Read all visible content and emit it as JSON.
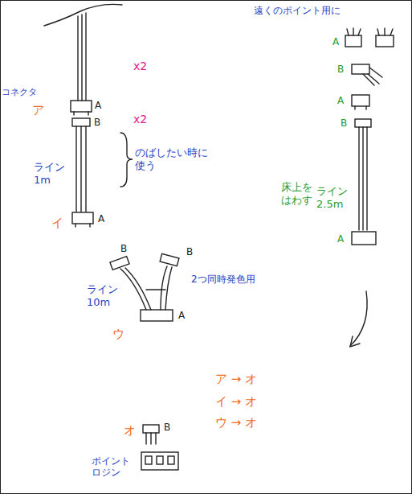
{
  "diagram": {
    "labels": [
      "遠くのポイント用に",
      "x2",
      "コネクタ",
      "ア",
      "A",
      "B",
      "x2",
      "のばしたい時に 使う",
      "ライン 1m",
      "イ",
      "A",
      "B",
      "B",
      "2つ同時発色用",
      "ライン 10m",
      "A",
      "ウ",
      "ア → オ",
      "イ → オ",
      "ウ → オ",
      "オ",
      "B",
      "ポイント ロジン",
      "A",
      "B",
      "A",
      "B",
      "床上を はわす",
      "ライン 2.5m",
      "A"
    ]
  }
}
